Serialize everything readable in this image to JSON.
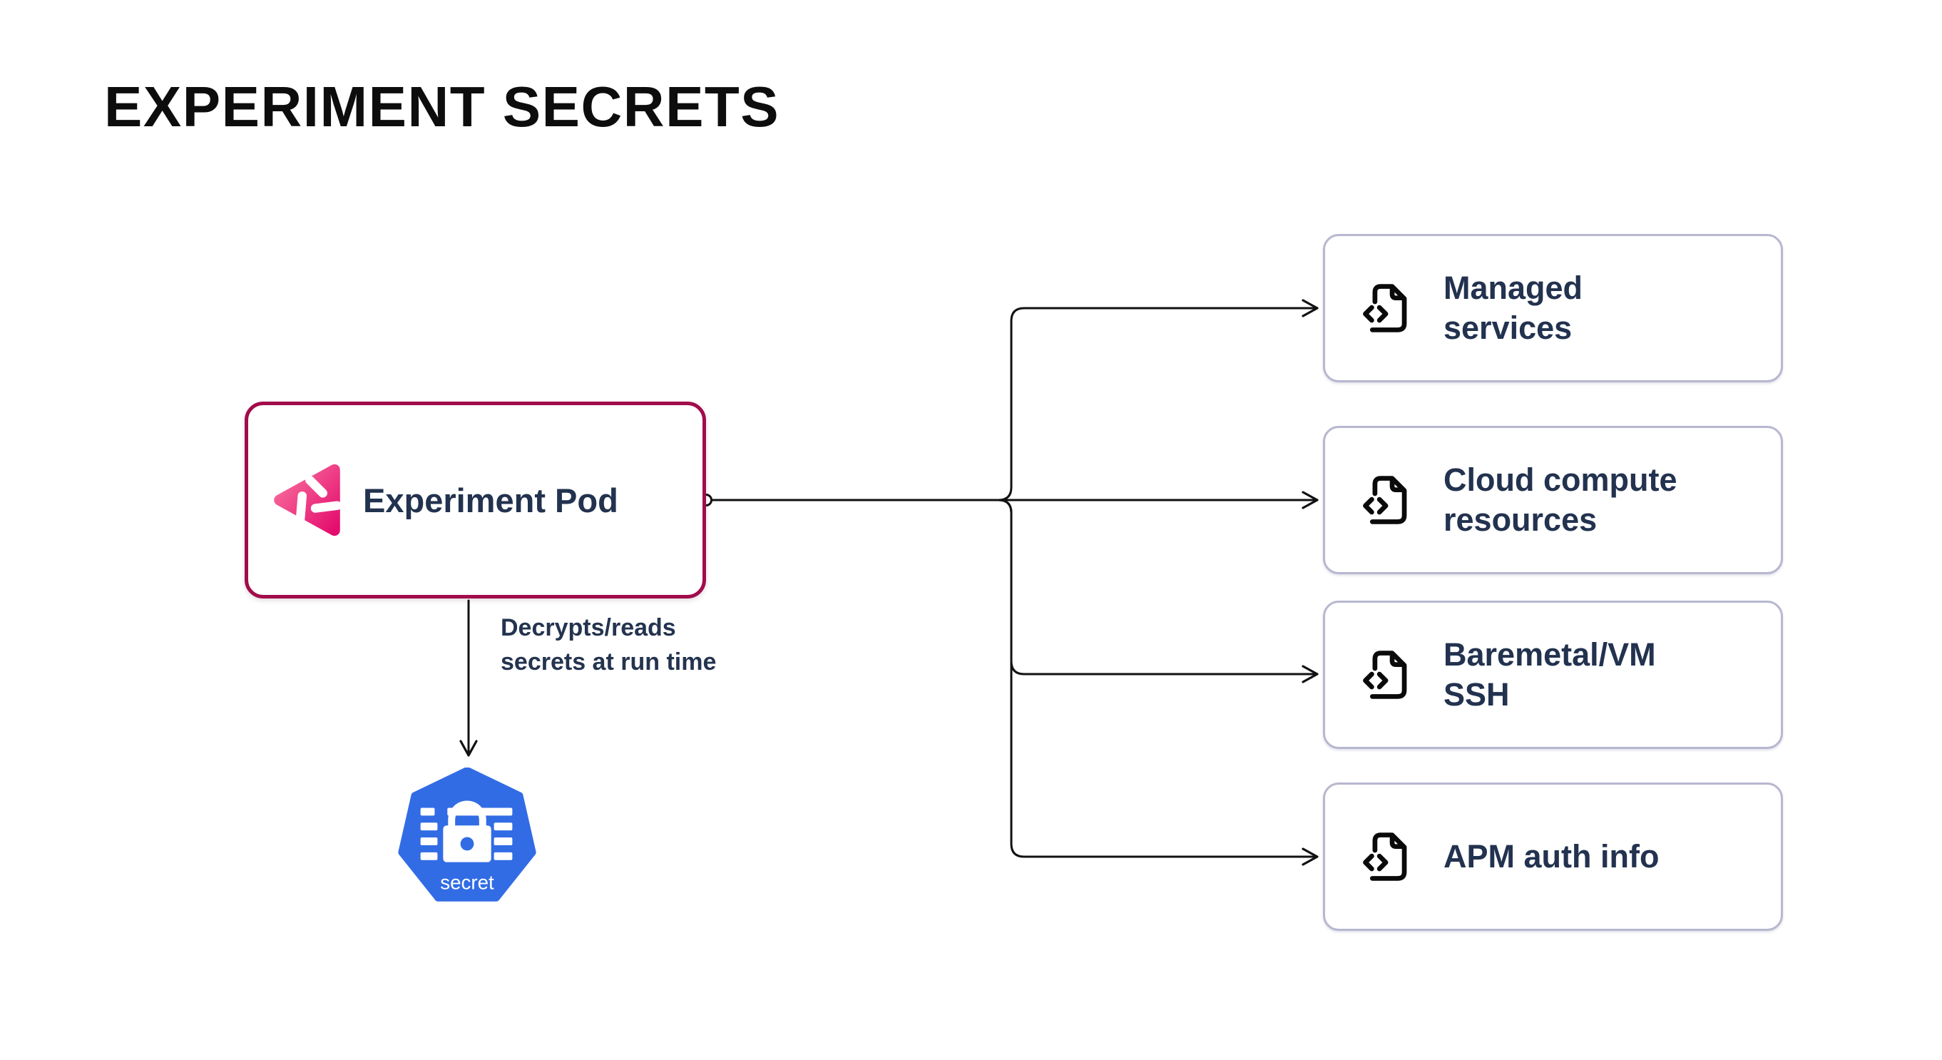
{
  "title": "EXPERIMENT SECRETS",
  "pod": {
    "label": "Experiment Pod",
    "border_color": "#A10C4A",
    "logo": "litmus-pinwheel-icon"
  },
  "edge_annotation": "Decrypts/reads\nsecrets at run time",
  "secret_node": {
    "label": "secret",
    "shape": "kubernetes-heptagon",
    "color": "#326CE5"
  },
  "targets": [
    {
      "label": "Managed\nservices",
      "icon": "file-code-icon"
    },
    {
      "label": "Cloud compute\nresources",
      "icon": "file-code-icon"
    },
    {
      "label": "Baremetal/VM\nSSH",
      "icon": "file-code-icon"
    },
    {
      "label": "APM auth info",
      "icon": "file-code-icon"
    }
  ],
  "colors": {
    "pod_border_crimson": "#A10C4A",
    "navy_text": "#22324F",
    "target_border_lavender": "#B7B7CF",
    "kubernetes_blue": "#326CE5",
    "logo_pink_start": "#F9729F",
    "logo_pink_end": "#E40D6E",
    "connector_line": "#111111",
    "background": "#FFFFFF"
  }
}
